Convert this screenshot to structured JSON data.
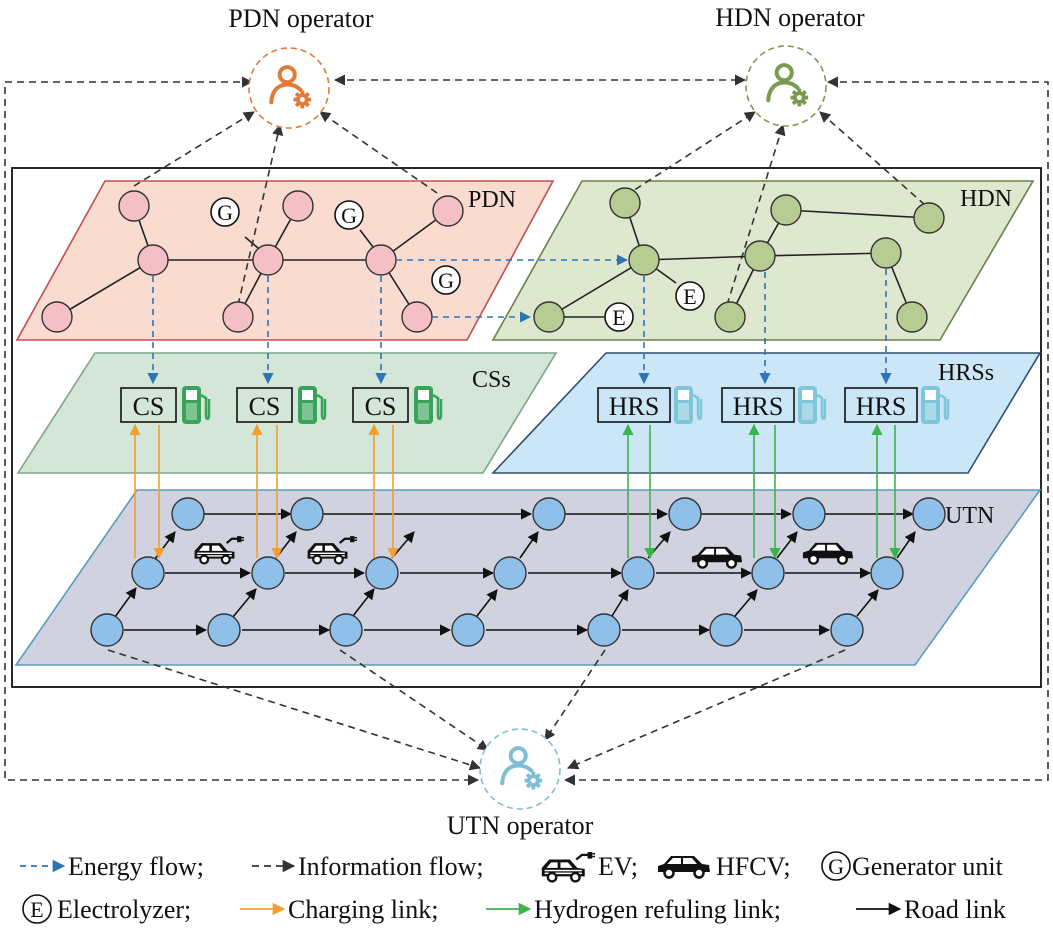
{
  "operators": {
    "pdn": {
      "label": "PDN operator",
      "color": "#e07b39"
    },
    "hdn": {
      "label": "HDN operator",
      "color": "#7a9a4f"
    },
    "utn": {
      "label": "UTN operator",
      "color": "#7fbfd6"
    }
  },
  "layers": {
    "pdn": {
      "label": "PDN",
      "fill": "#fadbd0",
      "stroke": "#c0504d",
      "node_fill": "#f4c0c6"
    },
    "hdn": {
      "label": "HDN",
      "fill": "#dde8cf",
      "stroke": "#6b7f4a",
      "node_fill": "#b7cc93"
    },
    "css": {
      "label": "CSs",
      "fill": "#d3e6d8",
      "stroke": "#7fa38a"
    },
    "hrss": {
      "label": "HRSs",
      "fill": "#cbe7f7",
      "stroke": "#2f4f6f"
    },
    "utn": {
      "label": "UTN",
      "fill": "#d1d2e0",
      "stroke": "#5b9bbd",
      "node_fill": "#8fc0ea"
    }
  },
  "symbols": {
    "generator": "G",
    "electrolyzer": "E"
  },
  "stations": {
    "cs": {
      "label": "CS",
      "count": 3,
      "pump_color": "#3aa35a"
    },
    "hrs": {
      "label": "HRS",
      "count": 3,
      "pump_color": "#7fc6db"
    }
  },
  "colors": {
    "energy_flow": "#2e75b6",
    "information_flow": "#333333",
    "charging_link": "#f0a030",
    "hydrogen_link": "#3cb44b",
    "road_link": "#111111"
  },
  "legend": {
    "energy_flow": "Energy flow;",
    "information_flow": "Information flow;",
    "ev": "EV;",
    "hfcv": "HFCV;",
    "generator_unit": "Generator unit",
    "electrolyzer": "Electrolyzer;",
    "charging_link": "Charging link;",
    "hydrogen_link": "Hydrogen refuling link;",
    "road_link": "Road link"
  }
}
